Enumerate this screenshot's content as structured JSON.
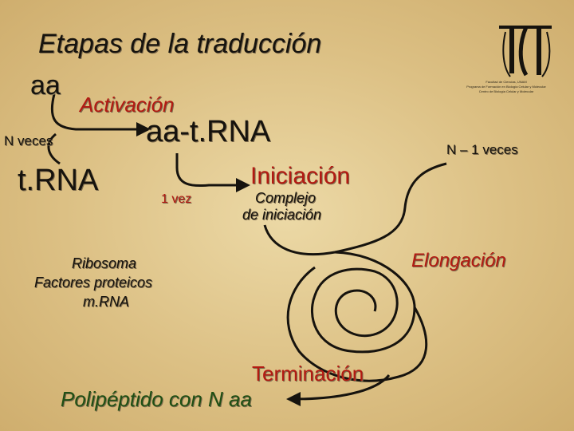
{
  "title": "Etapas de la traducción",
  "labels": {
    "aa": "aa",
    "activacion": "Activación",
    "n_veces": "N veces",
    "aa_trna": "aa-t.RNA",
    "trna": "t.RNA",
    "una_vez": "1 vez",
    "iniciacion": "Iniciación",
    "complejo_line1": "Complejo",
    "complejo_line2": "de iniciación",
    "n_menos_1": "N – 1 veces",
    "elongacion": "Elongación",
    "ribosoma": "Ribosoma",
    "factores": "Factores proteicos",
    "mrna": "m.RNA",
    "terminacion": "Terminación",
    "polipeptido": "Polipéptido con N aa"
  },
  "logo": {
    "mark": "ecn",
    "line1": "Facultad de Ciencias, UNAM",
    "line2": "Programa de Formación en Biología Celular y Molecular",
    "line3": "Centro de Biología Celular y Molecular"
  },
  "colors": {
    "background": "#dcc084",
    "text_dark": "#16130e",
    "accent_red": "#b31a12",
    "accent_green": "#1f4f14"
  }
}
